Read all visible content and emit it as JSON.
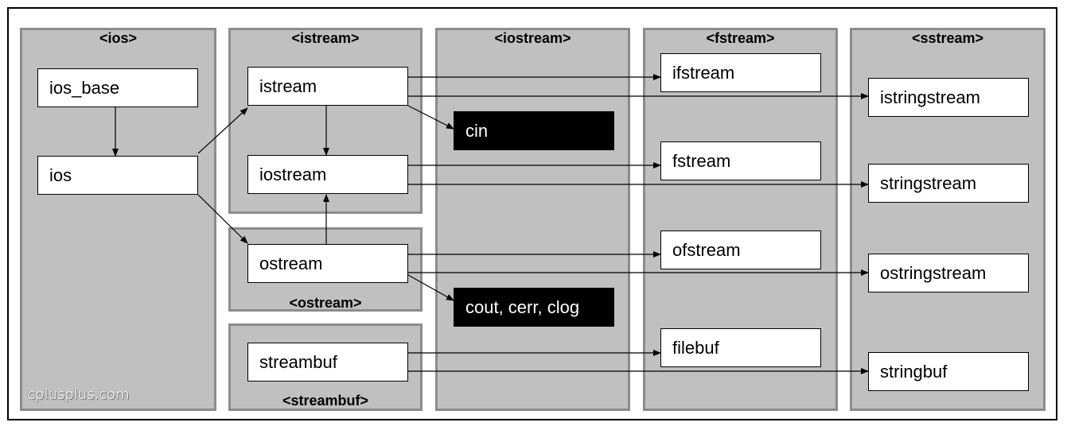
{
  "panels": {
    "ios": "<ios>",
    "istream": "<istream>",
    "ostream": "<ostream>",
    "streambuf": "<streambuf>",
    "iostream": "<iostream>",
    "fstream": "<fstream>",
    "sstream": "<sstream>"
  },
  "nodes": {
    "ios_base": "ios_base",
    "ios": "ios",
    "istream": "istream",
    "iostream": "iostream",
    "ostream": "ostream",
    "streambuf": "streambuf",
    "cin": "cin",
    "cout_cerr_clog": "cout, cerr, clog",
    "ifstream": "ifstream",
    "fstream": "fstream",
    "ofstream": "ofstream",
    "filebuf": "filebuf",
    "istringstream": "istringstream",
    "stringstream": "stringstream",
    "ostringstream": "ostringstream",
    "stringbuf": "stringbuf"
  },
  "watermark": "cplusplus.com",
  "edges": [
    [
      "ios_base",
      "ios"
    ],
    [
      "ios",
      "istream"
    ],
    [
      "ios",
      "ostream"
    ],
    [
      "istream",
      "iostream"
    ],
    [
      "ostream",
      "iostream"
    ],
    [
      "istream",
      "cin"
    ],
    [
      "ostream",
      "cout_cerr_clog"
    ],
    [
      "istream",
      "ifstream"
    ],
    [
      "istream",
      "istringstream"
    ],
    [
      "iostream",
      "fstream"
    ],
    [
      "iostream",
      "stringstream"
    ],
    [
      "ostream",
      "ofstream"
    ],
    [
      "ostream",
      "ostringstream"
    ],
    [
      "streambuf",
      "filebuf"
    ],
    [
      "streambuf",
      "stringbuf"
    ]
  ],
  "colors": {
    "panel": "#c0c0c0",
    "panel_border": "#8c8c8c",
    "object_box": "#000000"
  }
}
